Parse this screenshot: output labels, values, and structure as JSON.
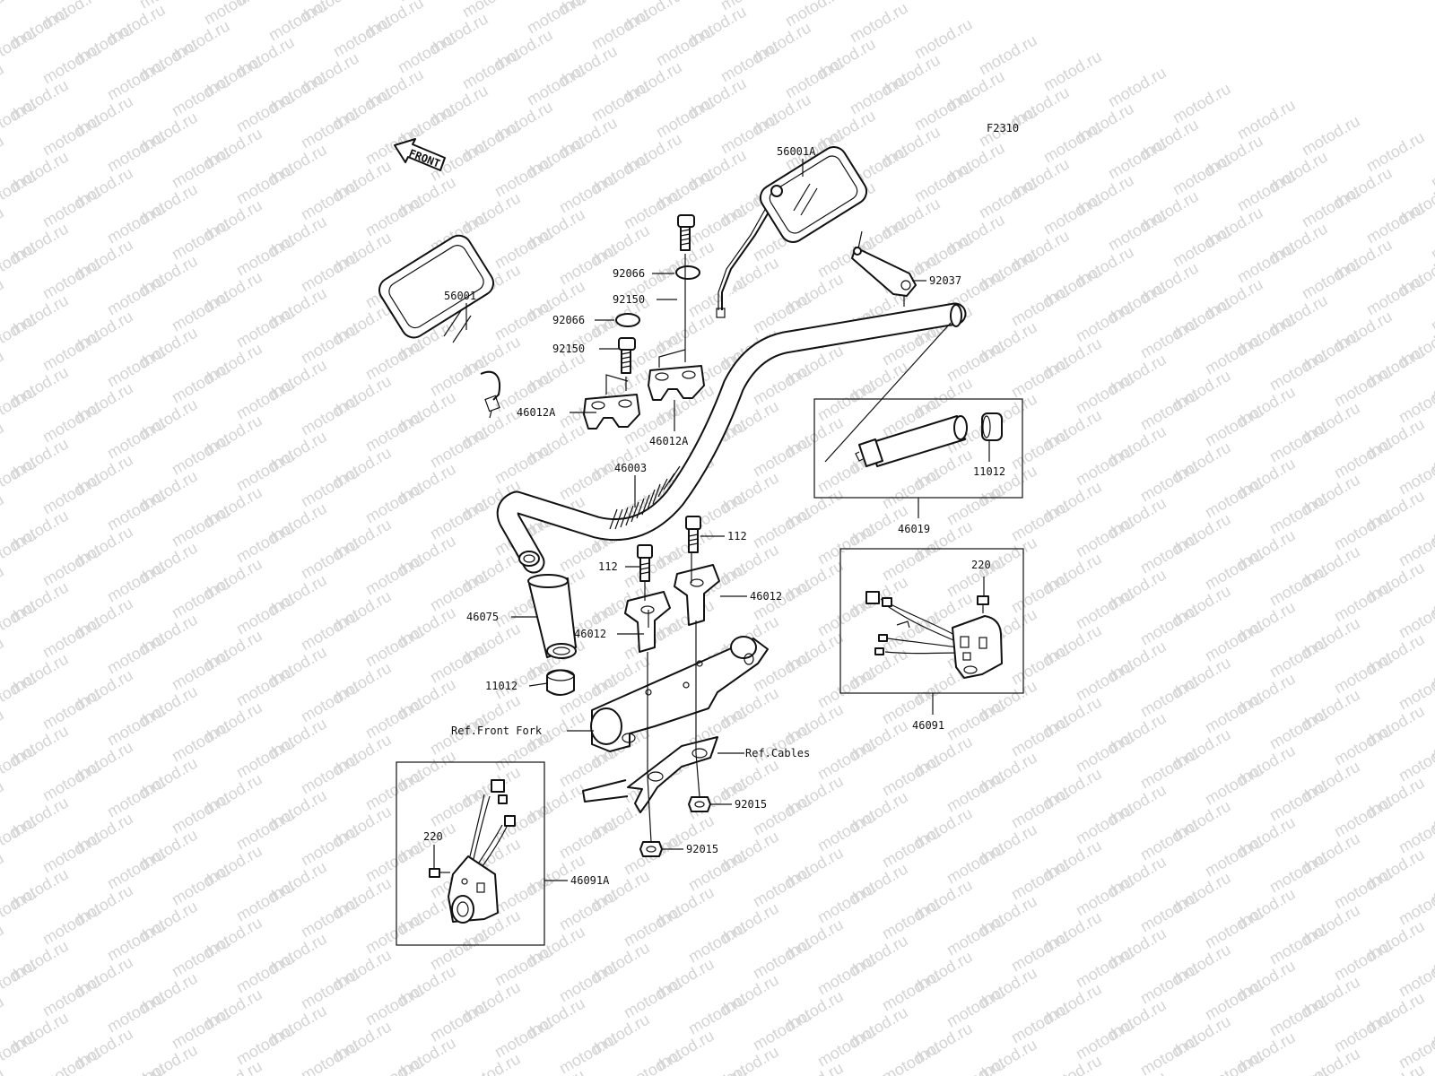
{
  "diagram_code": "F2310",
  "front_label": "FRONT",
  "watermark": "motod.ru",
  "callouts": {
    "mirror_right": "56001A",
    "mirror_left": "56001",
    "cap_upper": "92066",
    "bolt_upper": "92150",
    "cap_lower": "92066",
    "bolt_lower": "92150",
    "wrench": "92037",
    "holder_upper_left": "46012A",
    "holder_upper_right": "46012A",
    "handlebar": "46003",
    "throttle_grip": "11012",
    "throttle_assembly": "46019",
    "bolt_112_right": "112",
    "bolt_112_left": "112",
    "holder_lower_right": "46012",
    "holder_lower_left": "46012",
    "left_grip": "46075",
    "grip_end": "11012",
    "switch_screw_right": "220",
    "switch_right": "46091",
    "ref_front_fork": "Ref.Front Fork",
    "ref_cables": "Ref.Cables",
    "nut_right": "92015",
    "nut_left": "92015",
    "switch_screw_left": "220",
    "switch_left": "46091A"
  }
}
